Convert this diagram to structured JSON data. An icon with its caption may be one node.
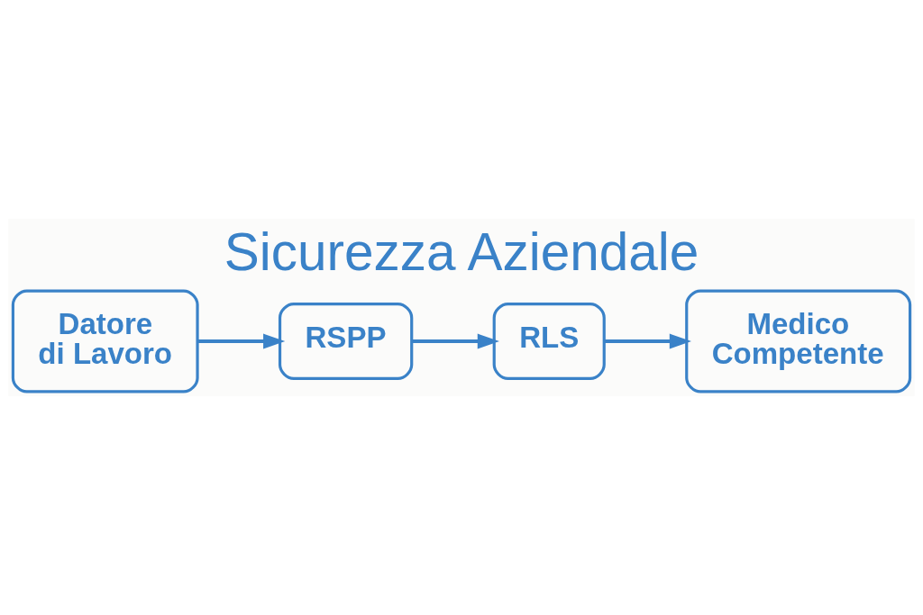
{
  "diagram": {
    "title": "Sicurezza Aziendale",
    "nodes": [
      {
        "text": [
          "Datore di Lavoro"
        ]
      },
      {
        "text": [
          "RSPP"
        ]
      },
      {
        "text": [
          "RLS"
        ]
      },
      {
        "text": [
          "Medico Competente"
        ]
      }
    ],
    "edges": [
      {
        "from": 0,
        "to": 1,
        "arrow": "to"
      },
      {
        "from": 1,
        "to": 2,
        "arrow": "to"
      },
      {
        "from": 2,
        "to": 3,
        "arrow": "to"
      }
    ]
  }
}
